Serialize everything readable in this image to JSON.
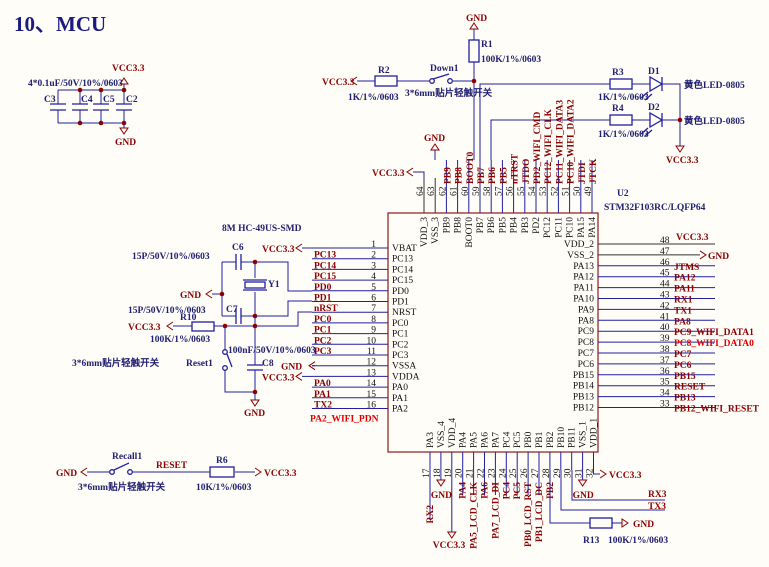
{
  "title": "10、MCU",
  "decoupling": {
    "value": "4*0.1uF/50V/10%/0603",
    "refs": [
      "C3",
      "C4",
      "C5",
      "C2"
    ],
    "vcc": "VCC3.3",
    "gnd": "GND"
  },
  "boot": {
    "r1_ref": "R1",
    "r1_value": "100K/1%/0603",
    "gnd": "GND",
    "r2_ref": "R2",
    "r2_value": "1K/1%/0603",
    "vcc": "VCC3.3",
    "switch_ref": "Down1",
    "switch_desc": "3*6mm贴片轻触开关"
  },
  "leds": {
    "r3_ref": "R3",
    "r3_value": "1K/1%/0603",
    "r4_ref": "R4",
    "r4_value": "1K/1%/0603",
    "d1_ref": "D1",
    "d1_desc": "黄色LED-0805",
    "d2_ref": "D2",
    "d2_desc": "黄色LED-0805",
    "vcc": "VCC3.3"
  },
  "top_power": {
    "gnd": "GND",
    "vcc": "VCC3.3"
  },
  "crystal": {
    "desc": "8M HC-49US-SMD",
    "y_ref": "Y1",
    "c6_ref": "C6",
    "c6_value": "15P/50V/10%/0603",
    "c7_ref": "C7",
    "c7_value": "15P/50V/10%/0603",
    "gnd": "GND"
  },
  "reset": {
    "r10_ref": "R10",
    "r10_value": "100K/1%/0603",
    "vcc": "VCC3.3",
    "c8_ref": "C8",
    "c8_value": "100nF/50V/10%/0603",
    "switch_ref": "Reset1",
    "switch_desc": "3*6mm贴片轻触开关",
    "gnd": "GND"
  },
  "recall": {
    "gnd": "GND",
    "switch_ref": "Recall1",
    "switch_desc": "3*6mm贴片轻触开关",
    "net": "RESET",
    "r6_ref": "R6",
    "r6_value": "10K/1%/0603",
    "vcc": "VCC3.3"
  },
  "chip": {
    "ref": "U2",
    "part": "STM32F103RC/LQFP64",
    "left": [
      {
        "num": "1",
        "pin": "VBAT",
        "net": "",
        "pwr": "VCC3.3"
      },
      {
        "num": "2",
        "pin": "PC13",
        "net": "PC13"
      },
      {
        "num": "3",
        "pin": "PC14",
        "net": "PC14"
      },
      {
        "num": "4",
        "pin": "PC15",
        "net": "PC15"
      },
      {
        "num": "5",
        "pin": "PD0",
        "net": "PD0"
      },
      {
        "num": "6",
        "pin": "PD1",
        "net": "PD1"
      },
      {
        "num": "7",
        "pin": "NRST",
        "net": "nRST"
      },
      {
        "num": "8",
        "pin": "PC0",
        "net": "PC0"
      },
      {
        "num": "9",
        "pin": "PC1",
        "net": "PC1"
      },
      {
        "num": "10",
        "pin": "PC2",
        "net": "PC2"
      },
      {
        "num": "11",
        "pin": "PC3",
        "net": "PC3"
      },
      {
        "num": "12",
        "pin": "VSSA",
        "net": "",
        "pwr": "GND"
      },
      {
        "num": "13",
        "pin": "VDDA",
        "net": "",
        "pwr": "VCC3.3"
      },
      {
        "num": "14",
        "pin": "PA0",
        "net": "PA0"
      },
      {
        "num": "15",
        "pin": "PA1",
        "net": "PA1"
      },
      {
        "num": "16",
        "pin": "PA2",
        "net": "TX2",
        "net2": "PA2_WIFI_PDN"
      }
    ],
    "right": [
      {
        "num": "48",
        "pin": "VDD_2",
        "net": "",
        "pwr": "VCC3.3"
      },
      {
        "num": "47",
        "pin": "VSS_2",
        "net": "",
        "pwr": "GND"
      },
      {
        "num": "46",
        "pin": "PA13",
        "net": "JTMS"
      },
      {
        "num": "45",
        "pin": "PA12",
        "net": "PA12"
      },
      {
        "num": "44",
        "pin": "PA11",
        "net": "PA11"
      },
      {
        "num": "43",
        "pin": "PA10",
        "net": "RX1"
      },
      {
        "num": "42",
        "pin": "PA9",
        "net": "TX1"
      },
      {
        "num": "41",
        "pin": "PA8",
        "net": "PA8"
      },
      {
        "num": "40",
        "pin": "PC9",
        "net": "PC9_WIFI_DATA1"
      },
      {
        "num": "39",
        "pin": "PC8",
        "net": "PC8_WIFI_DATA0",
        "hot": true
      },
      {
        "num": "38",
        "pin": "PC7",
        "net": "PC7"
      },
      {
        "num": "37",
        "pin": "PC6",
        "net": "PC6"
      },
      {
        "num": "36",
        "pin": "PB15",
        "net": "PB15"
      },
      {
        "num": "35",
        "pin": "PB14",
        "net": "RESET"
      },
      {
        "num": "34",
        "pin": "PB13",
        "net": "PB13"
      },
      {
        "num": "33",
        "pin": "PB12",
        "net": "PB12_WIFI_RESET"
      }
    ],
    "top": [
      {
        "num": "64",
        "pin": "VDD_3",
        "net": ""
      },
      {
        "num": "63",
        "pin": "VSS_3",
        "net": ""
      },
      {
        "num": "62",
        "pin": "PB9",
        "net": "PB9"
      },
      {
        "num": "61",
        "pin": "PB8",
        "net": "PB8"
      },
      {
        "num": "60",
        "pin": "BOOT0",
        "net": "BOOT0"
      },
      {
        "num": "59",
        "pin": "PB7",
        "net": "PB7"
      },
      {
        "num": "58",
        "pin": "PB6",
        "net": "PB6"
      },
      {
        "num": "57",
        "pin": "PB5",
        "net": "PB5"
      },
      {
        "num": "56",
        "pin": "PB4",
        "net": "nTRST"
      },
      {
        "num": "55",
        "pin": "PB3",
        "net": "JTDO"
      },
      {
        "num": "54",
        "pin": "PD2",
        "net": "PD2_WIFI_CMD"
      },
      {
        "num": "53",
        "pin": "PC12",
        "net": "PC12_WIFI_CLK"
      },
      {
        "num": "52",
        "pin": "PC11",
        "net": "PC11_WIFI_DATA3"
      },
      {
        "num": "51",
        "pin": "PC10",
        "net": "PC10_WIFI_DATA2"
      },
      {
        "num": "50",
        "pin": "PA15",
        "net": "JTDI"
      },
      {
        "num": "49",
        "pin": "PA14",
        "net": "JTCK"
      }
    ],
    "bottom": [
      {
        "num": "17",
        "pin": "PA3",
        "net": "RX2"
      },
      {
        "num": "18",
        "pin": "VSS_4",
        "net": "",
        "pwr": "GND"
      },
      {
        "num": "19",
        "pin": "VDD_4",
        "net": "",
        "pwr": "VCC3.3"
      },
      {
        "num": "20",
        "pin": "PA4",
        "net": "PA4"
      },
      {
        "num": "21",
        "pin": "PA5",
        "net": "PA5_LCD_CLK"
      },
      {
        "num": "22",
        "pin": "PA6",
        "net": "PA6"
      },
      {
        "num": "23",
        "pin": "PA7",
        "net": "PA7_LCD_DI"
      },
      {
        "num": "24",
        "pin": "PC4",
        "net": "PC4"
      },
      {
        "num": "25",
        "pin": "PC5",
        "net": "PC5"
      },
      {
        "num": "26",
        "pin": "PB0",
        "net": "PB0_LCD_RST"
      },
      {
        "num": "27",
        "pin": "PB1",
        "net": "PB1_LCD_DC"
      },
      {
        "num": "28",
        "pin": "PB2",
        "net": "PB2"
      },
      {
        "num": "29",
        "pin": "PB10",
        "net": ""
      },
      {
        "num": "30",
        "pin": "PB11",
        "net": ""
      },
      {
        "num": "31",
        "pin": "VSS_1",
        "net": "",
        "pwr": "GND"
      },
      {
        "num": "32",
        "pin": "VDD_1",
        "net": "",
        "pwr": "VCC3.3"
      }
    ],
    "bottom_nets": {
      "rx3": "RX3",
      "tx3": "TX3",
      "r13_ref": "R13",
      "r13_value": "100K/1%/0603",
      "gnd": "GND"
    }
  },
  "colors": {
    "wire": "#2020a0",
    "net": "#8b0000",
    "highlight": "#e00000",
    "background": "#fffdf8"
  }
}
